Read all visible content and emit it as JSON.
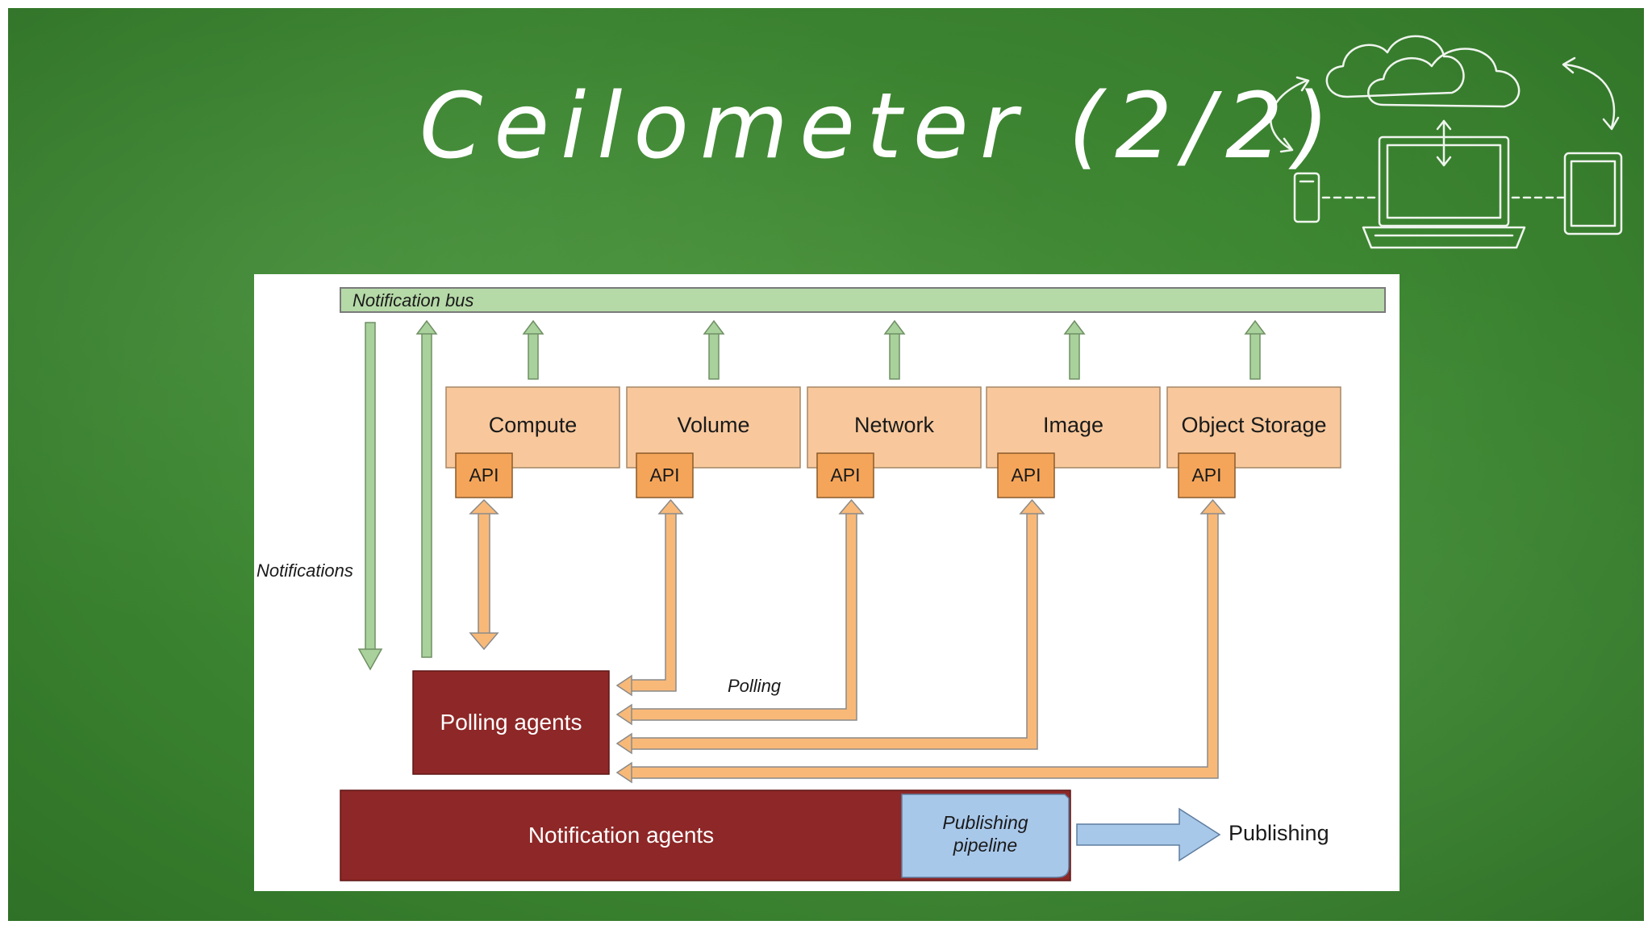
{
  "slide": {
    "title": "Ceilometer (2/2)"
  },
  "diagram": {
    "notification_bus": "Notification bus",
    "notifications_label": "Notifications",
    "polling_label": "Polling",
    "services": [
      {
        "name": "Compute",
        "api": "API"
      },
      {
        "name": "Volume",
        "api": "API"
      },
      {
        "name": "Network",
        "api": "API"
      },
      {
        "name": "Image",
        "api": "API"
      },
      {
        "name": "Object Storage",
        "api": "API"
      }
    ],
    "polling_agents": "Polling agents",
    "notification_agents": "Notification agents",
    "publishing_pipeline_line1": "Publishing",
    "publishing_pipeline_line2": "pipeline",
    "publishing": "Publishing"
  },
  "colors": {
    "board_green": "#3f8a33",
    "bus_green": "#b5d9a7",
    "arrow_green": "#a9d19b",
    "service_peach": "#f8c89c",
    "api_orange": "#f4a55a",
    "poll_arrow_orange": "#f8b978",
    "agent_dark_red": "#8e2727",
    "pipeline_blue": "#a8c8ea",
    "publish_arrow_blue": "#a8c8ea",
    "outline_gray": "#7a7a7a"
  },
  "icons": [
    "cloud-icon",
    "laptop-icon",
    "phone-icon",
    "tablet-icon",
    "sync-arrow-icon"
  ]
}
